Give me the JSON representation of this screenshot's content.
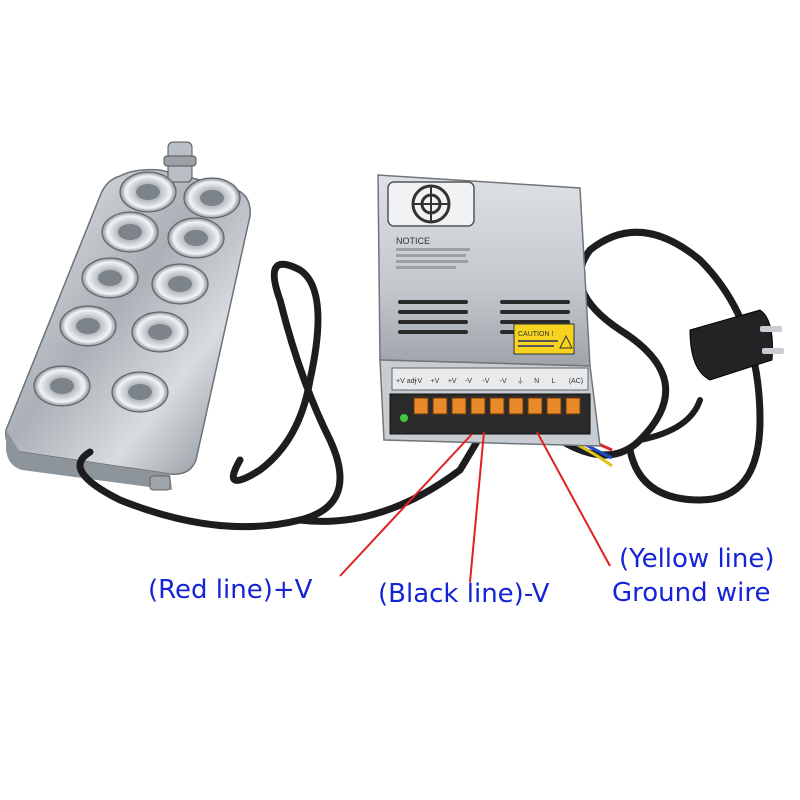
{
  "colors": {
    "caption_text": "#1424d6",
    "pointer_line": "#e02020",
    "background": "#ffffff"
  },
  "psu": {
    "notice_title": "NOTICE",
    "caution_label": "CAUTION !",
    "terminal_labels": [
      "+V adj",
      "+V",
      "+V",
      "+V",
      "-V",
      "-V",
      "-V",
      "⏚",
      "N",
      "L",
      "(AC)"
    ]
  },
  "captions": {
    "red": "(Red line)+V",
    "black": "(Black line)-V",
    "yellow_1": "(Yellow line)",
    "yellow_2": "Ground wire"
  }
}
